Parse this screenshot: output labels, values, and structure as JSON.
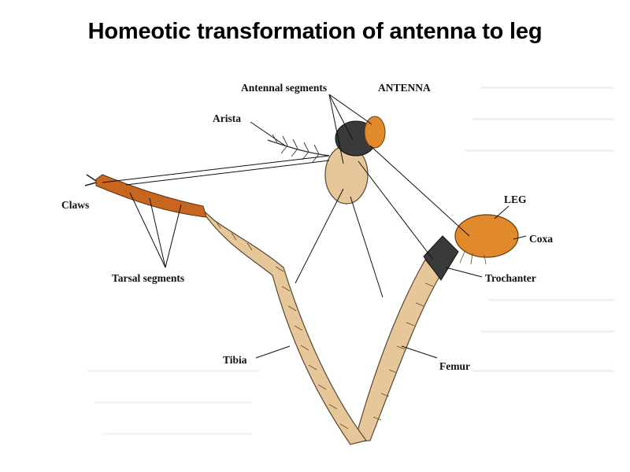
{
  "title": "Homeotic transformation of antenna to leg",
  "labels": {
    "antennal_segments": "Antennal segments",
    "antenna": "ANTENNA",
    "arista": "Arista",
    "claws": "Claws",
    "tarsal_segments": "Tarsal segments",
    "leg": "LEG",
    "coxa": "Coxa",
    "trochanter": "Trochanter",
    "tibia": "Tibia",
    "femur": "Femur"
  },
  "colors": {
    "segment_tan": "#e6c79a",
    "segment_orange": "#e08a2c",
    "segment_dark": "#3a3a3a",
    "tarsus_orange": "#c8651f"
  }
}
